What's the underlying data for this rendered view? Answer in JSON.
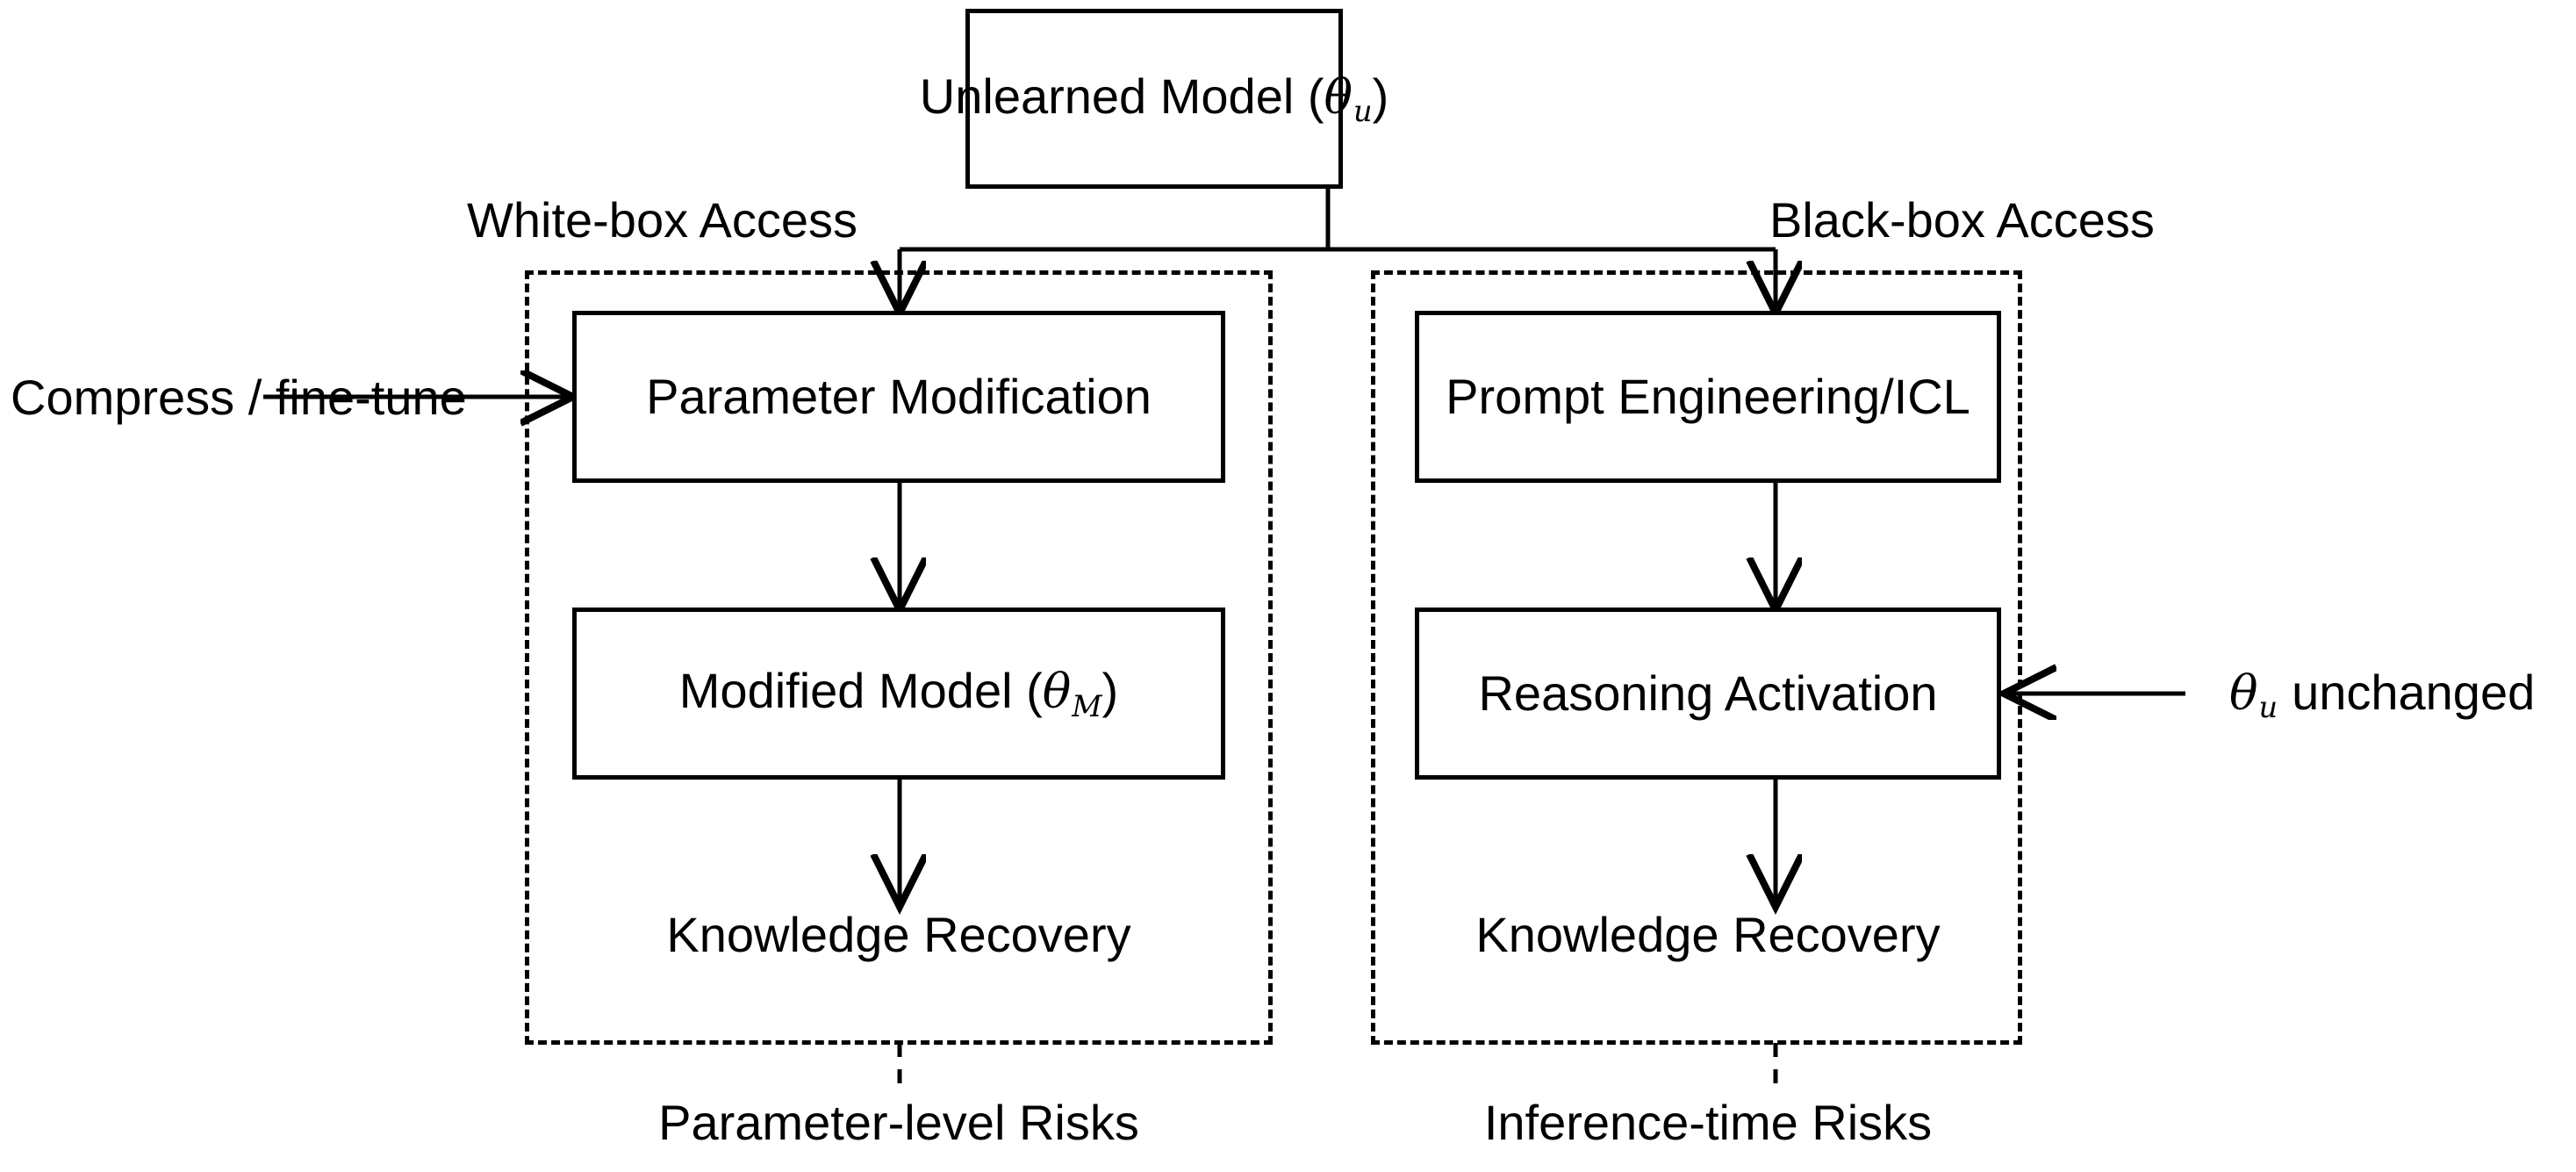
{
  "diagram": {
    "title_node": {
      "label": "Unlearned Model (θu)",
      "text_prefix": "Unlearned Model (",
      "symbol": "θ",
      "subscript": "u",
      "text_suffix": ")"
    },
    "branches": [
      {
        "access_label": "White-box Access",
        "risk_label": "Parameter-level Risks",
        "side_note": "Compress / fine-tune",
        "steps": [
          {
            "label": "Parameter Modification"
          },
          {
            "label": "Modified Model (θM)",
            "text_prefix": "Modified Model (",
            "symbol": "θ",
            "subscript": "M",
            "text_suffix": ")"
          },
          {
            "label": "Knowledge Recovery"
          }
        ]
      },
      {
        "access_label": "Black-box Access",
        "risk_label": "Inference-time Risks",
        "side_note": "θu unchanged",
        "side_note_symbol": "θ",
        "side_note_subscript": "u",
        "side_note_text": "unchanged",
        "steps": [
          {
            "label": "Prompt Engineering/ICL"
          },
          {
            "label": "Reasoning Activation"
          },
          {
            "label": "Knowledge Recovery"
          }
        ]
      }
    ],
    "colors": {
      "stroke": "#000000",
      "background": "#ffffff",
      "text": "#000000"
    }
  }
}
